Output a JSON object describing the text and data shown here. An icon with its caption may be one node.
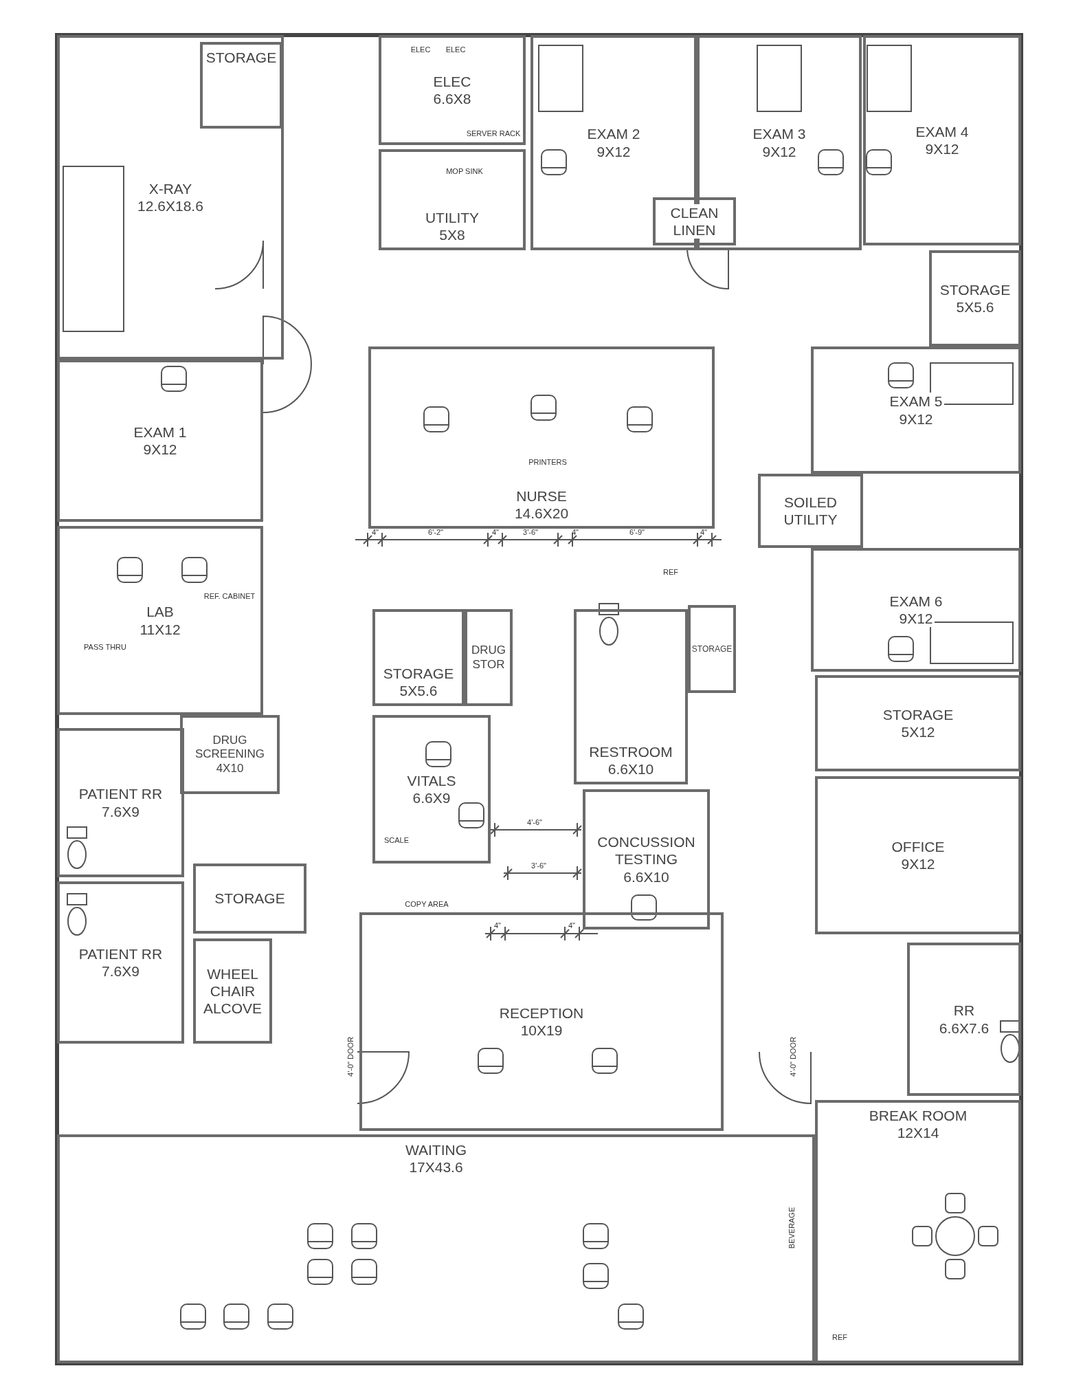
{
  "diagram": {
    "nodes": [
      {
        "text": [
          "X-RAY",
          "12.6X18.6"
        ]
      },
      {
        "text": [
          "STORAGE"
        ],
        "in": 0
      },
      {
        "text": [
          "ELEC",
          "6.6X8"
        ]
      },
      {
        "text": [
          "EXAM 2",
          "9X12"
        ]
      },
      {
        "text": [
          "EXAM 3",
          "9X12"
        ]
      },
      {
        "text": [
          "EXAM 4",
          "9X12"
        ]
      },
      {
        "text": [
          "UTILITY",
          "5X8"
        ]
      },
      {
        "text": [
          "CLEAN LINEN"
        ]
      },
      {
        "text": [
          "STORAGE",
          "5X5.6"
        ]
      },
      {
        "text": [
          "NURSE",
          "14.6X20"
        ]
      },
      {
        "text": [
          "EXAM 1",
          "9X12"
        ]
      },
      {
        "text": [
          "EXAM 5",
          "9X12"
        ]
      },
      {
        "text": [
          "SOILED UTILITY"
        ]
      },
      {
        "text": [
          "LAB",
          "11X12"
        ]
      },
      {
        "text": [
          "STORAGE",
          "5X5.6"
        ]
      },
      {
        "text": [
          "DRUG STOR"
        ]
      },
      {
        "text": [
          "RESTROOM",
          "6.6X10"
        ]
      },
      {
        "text": [
          "STORAGE"
        ]
      },
      {
        "text": [
          "EXAM 6",
          "9X12"
        ]
      },
      {
        "text": [
          "STORAGE",
          "5X12"
        ]
      },
      {
        "text": [
          "DRUG SCREENING",
          "4X10"
        ]
      },
      {
        "text": [
          "PATIENT RR",
          "7.6X9"
        ]
      },
      {
        "text": [
          "VITALS",
          "6.6X9"
        ]
      },
      {
        "text": [
          "OFFICE",
          "9X12"
        ]
      },
      {
        "text": [
          "CONCUSSION TESTING",
          "6.6X10"
        ]
      },
      {
        "text": [
          "STORAGE"
        ]
      },
      {
        "text": [
          "PATIENT RR",
          "7.6X9"
        ]
      },
      {
        "text": [
          "WHEEL CHAIR ALCOVE"
        ]
      },
      {
        "text": [
          "RECEPTION",
          "10X19"
        ]
      },
      {
        "text": [
          "RR",
          "6.6X7.6"
        ]
      },
      {
        "text": [
          "BREAK ROOM",
          "12X14"
        ]
      },
      {
        "text": [
          "WAITING",
          "17X43.6"
        ]
      }
    ],
    "labels": [
      "ELEC",
      "ELEC",
      "SERVER RACK",
      "MOP SINK",
      "PRINTERS",
      "4\"",
      "6'-2\"",
      "4\"",
      "3'-6\"",
      "4\"",
      "6'-9\"",
      "4\"",
      "REF",
      "REF. CABINET",
      "PASS THRU",
      "4'-6\"",
      "SCALE",
      "3'-6\"",
      "COPY AREA",
      "4\"",
      "4\"",
      "4'-0\" DOOR",
      "4'-0\" DOOR",
      "BEVERAGE",
      "REF"
    ]
  }
}
